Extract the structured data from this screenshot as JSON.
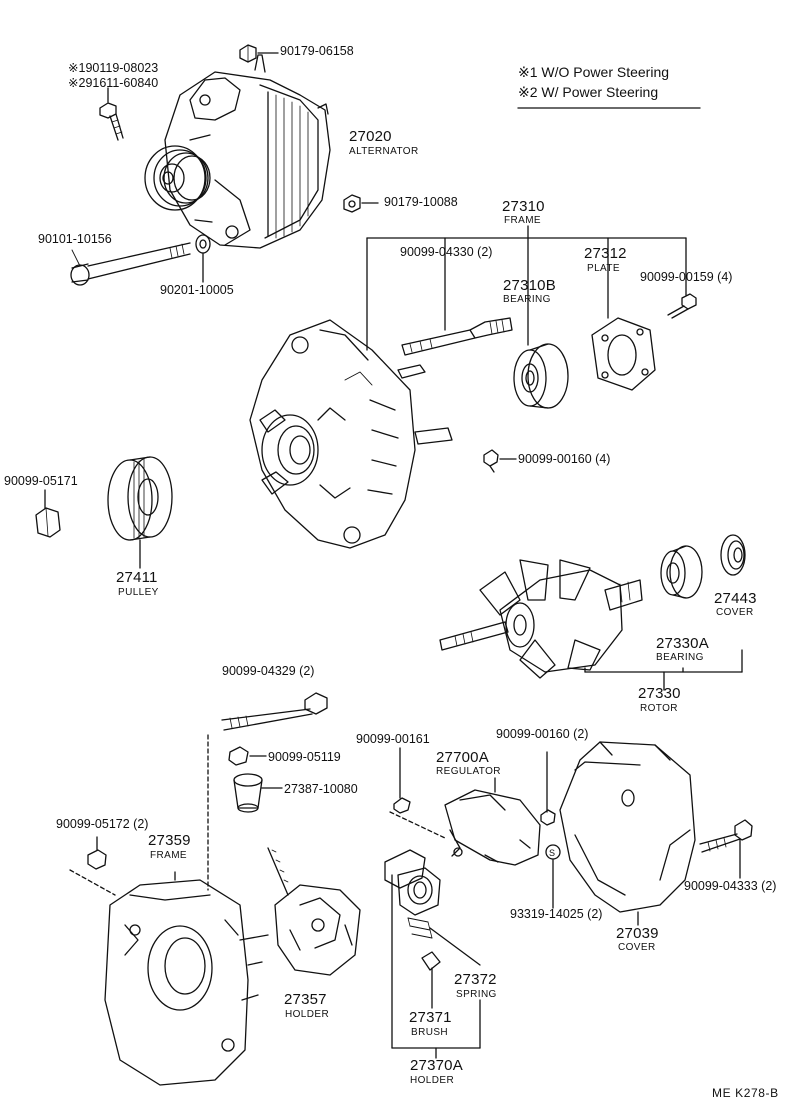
{
  "legend": {
    "items": [
      {
        "mark": "※1",
        "text": "W/O Power Steering"
      },
      {
        "mark": "※2",
        "text": "W/ Power Steering"
      }
    ]
  },
  "top_bolt_options": {
    "opt1": {
      "mark": "※1",
      "part": "90119-08023"
    },
    "opt2": {
      "mark": "※2",
      "part": "91611-60840"
    }
  },
  "parts": {
    "nut_top": "90179-06158",
    "alternator": {
      "number": "27020",
      "name": "ALTERNATOR"
    },
    "nut_mid": "90179-10088",
    "bolt_long": "90101-10156",
    "washer": "90201-10005",
    "frame_front": {
      "number": "27310",
      "name": "FRAME"
    },
    "bolt_frame": "90099-04330 (2)",
    "bearing_front": {
      "number": "27310B",
      "name": "BEARING"
    },
    "plate": {
      "number": "27312",
      "name": "PLATE"
    },
    "screw_plate": "90099-00159 (4)",
    "screw_frame": "90099-00160 (4)",
    "pulley_nut": "90099-05171",
    "pulley": {
      "number": "27411",
      "name": "PULLEY"
    },
    "rotor_cover": {
      "number": "27443",
      "name": "COVER"
    },
    "bearing_rear": {
      "number": "27330A",
      "name": "BEARING"
    },
    "rotor": {
      "number": "27330",
      "name": "ROTOR"
    },
    "bolt_rear": "90099-04329 (2)",
    "nut_small": "90099-05119",
    "insulator": "27387-10080",
    "nut_frame_rear": "90099-05172 (2)",
    "frame_rear": {
      "number": "27359",
      "name": "FRAME"
    },
    "holder_rect": {
      "number": "27357",
      "name": "HOLDER"
    },
    "screw_reg": "90099-00161",
    "regulator": {
      "number": "27700A",
      "name": "REGULATOR"
    },
    "screw_cover": "90099-00160 (2)",
    "washer_reg": "93319-14025 (2)",
    "bolt_cover": "90099-04333 (2)",
    "rear_cover": {
      "number": "27039",
      "name": "COVER"
    },
    "spring": {
      "number": "27372",
      "name": "SPRING"
    },
    "brush": {
      "number": "27371",
      "name": "BRUSH"
    },
    "brush_holder": {
      "number": "27370A",
      "name": "HOLDER"
    }
  },
  "footer": "ME  K278-B"
}
